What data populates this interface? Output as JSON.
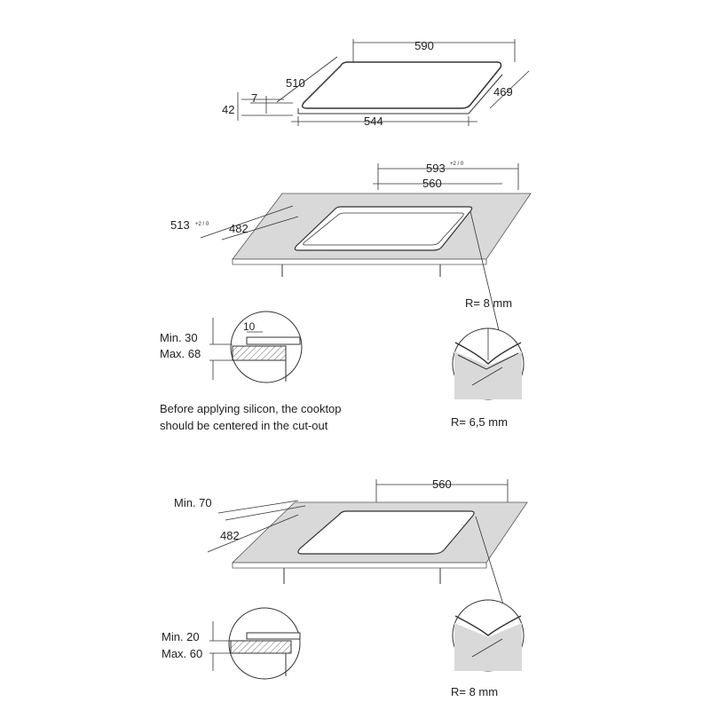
{
  "top_view": {
    "width_label": "590",
    "depth_label": "510",
    "side_label": "469",
    "bottom_label": "544",
    "height_total_label": "42",
    "height_glass_label": "7"
  },
  "cutout_1": {
    "outer_width_label": "593",
    "outer_width_tol": "+2 / 0",
    "inner_width_label": "560",
    "outer_depth_label": "513",
    "outer_depth_tol": "+2 / 0",
    "inner_depth_label": "482",
    "radius_outer_label": "R= 8 mm",
    "radius_inner_label": "R= 6,5 mm"
  },
  "detail_1": {
    "gap_label": "10",
    "min_label": "Min. 30",
    "max_label": "Max. 68"
  },
  "note": {
    "line1": "Before applying silicon, the cooktop",
    "line2": "should be centered in the cut-out"
  },
  "cutout_2": {
    "width_label": "560",
    "min_edge_label": "Min. 70",
    "depth_label": "482",
    "radius_label": "R= 8 mm"
  },
  "detail_2": {
    "min_label": "Min. 20",
    "max_label": "Max. 60"
  }
}
